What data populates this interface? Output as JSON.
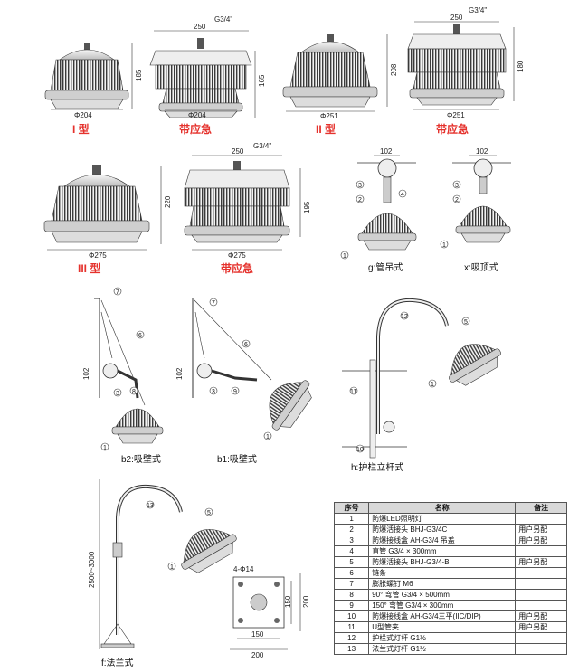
{
  "top_row": [
    {
      "title": "I 型",
      "diameter": "Φ204",
      "height": "185"
    },
    {
      "title": "带应急",
      "diameter": "Φ204",
      "height": "165",
      "width": "250",
      "thread": "G3/4\""
    },
    {
      "title": "II 型",
      "diameter": "Φ251",
      "height": "208"
    },
    {
      "title": "带应急",
      "diameter": "Φ251",
      "height": "180",
      "width": "250",
      "thread": "G3/4\""
    }
  ],
  "mid_row": [
    {
      "title": "III 型",
      "diameter": "Φ275",
      "height": "220"
    },
    {
      "title": "带应急",
      "diameter": "Φ275",
      "height": "195",
      "width": "250",
      "thread": "G3/4\""
    }
  ],
  "mount_small": [
    {
      "caption": "g:管吊式",
      "dim": "102"
    },
    {
      "caption": "x:吸顶式",
      "dim": "102"
    }
  ],
  "wall_mounts": [
    {
      "caption": "b2:吸壁式",
      "dim": "102"
    },
    {
      "caption": "b1:吸壁式",
      "dim": "102"
    },
    {
      "caption": "h:护栏立杆式"
    },
    {
      "caption": "f:法兰式",
      "height": "2500~3000"
    }
  ],
  "flange": {
    "holes": "4-Φ14",
    "inner": "150",
    "outer": "200"
  },
  "parts_table": {
    "headers": [
      "序号",
      "名称",
      "备注"
    ],
    "rows": [
      [
        "1",
        "防爆LED照明灯",
        ""
      ],
      [
        "2",
        "防爆活接头 BHJ-G3/4C",
        "用户另配"
      ],
      [
        "3",
        "防爆接线盒 AH-G3/4 吊盖",
        "用户另配"
      ],
      [
        "4",
        "直管 G3/4 × 300mm",
        ""
      ],
      [
        "5",
        "防爆活接头 BHJ-G3/4-B",
        "用户另配"
      ],
      [
        "6",
        "链条",
        ""
      ],
      [
        "7",
        "膨胀螺钉 M6",
        ""
      ],
      [
        "8",
        "90° 弯管 G3/4 × 500mm",
        ""
      ],
      [
        "9",
        "150° 弯管 G3/4 × 300mm",
        ""
      ],
      [
        "10",
        "防爆接线盒 AH-G3/4三平(IIC/DIP)",
        "用户另配"
      ],
      [
        "11",
        "U型管夹",
        "用户另配"
      ],
      [
        "12",
        "护栏式灯杆 G1½",
        ""
      ],
      [
        "13",
        "法兰式灯杆 G1½",
        ""
      ]
    ]
  }
}
